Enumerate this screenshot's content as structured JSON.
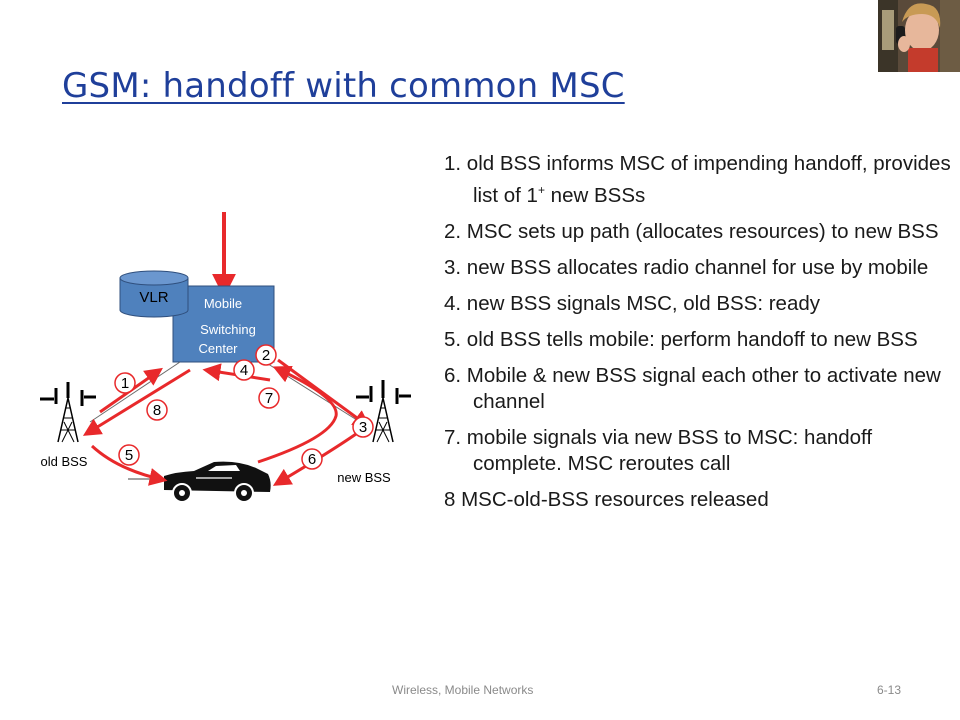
{
  "slide": {
    "title": "GSM: handoff with common MSC",
    "footer_label": "Wireless, Mobile Networks",
    "page_number": "6-13"
  },
  "steps": [
    {
      "text": "1. old BSS informs MSC of impending handoff, provides list of 1",
      "sup": "+",
      "tail": " new BSSs"
    },
    {
      "text": "2. MSC sets up path (allocates resources) to new BSS"
    },
    {
      "text": "3. new BSS allocates radio channel for use by mobile"
    },
    {
      "text": "4. new BSS signals MSC, old BSS: ready"
    },
    {
      "text": "5. old BSS tells mobile: perform handoff to new BSS"
    },
    {
      "text": "6. Mobile & new BSS signal each other to activate new channel"
    },
    {
      "text": "7. mobile signals via new BSS to MSC: handoff complete.  MSC reroutes call"
    },
    {
      "text": "8 MSC-old-BSS resources released"
    }
  ],
  "diagram": {
    "vlr_label": "VLR",
    "msc_label_line1": "Mobile",
    "msc_label_line2": "Switching",
    "msc_label_line3": "Center",
    "old_bss_label": "old BSS",
    "new_bss_label": "new BSS",
    "step_markers": [
      "1",
      "2",
      "3",
      "4",
      "5",
      "6",
      "7",
      "8"
    ]
  },
  "colors": {
    "title": "#1f3f9a",
    "msc_box": "#4f81bd",
    "arrows": "#e8292b"
  }
}
